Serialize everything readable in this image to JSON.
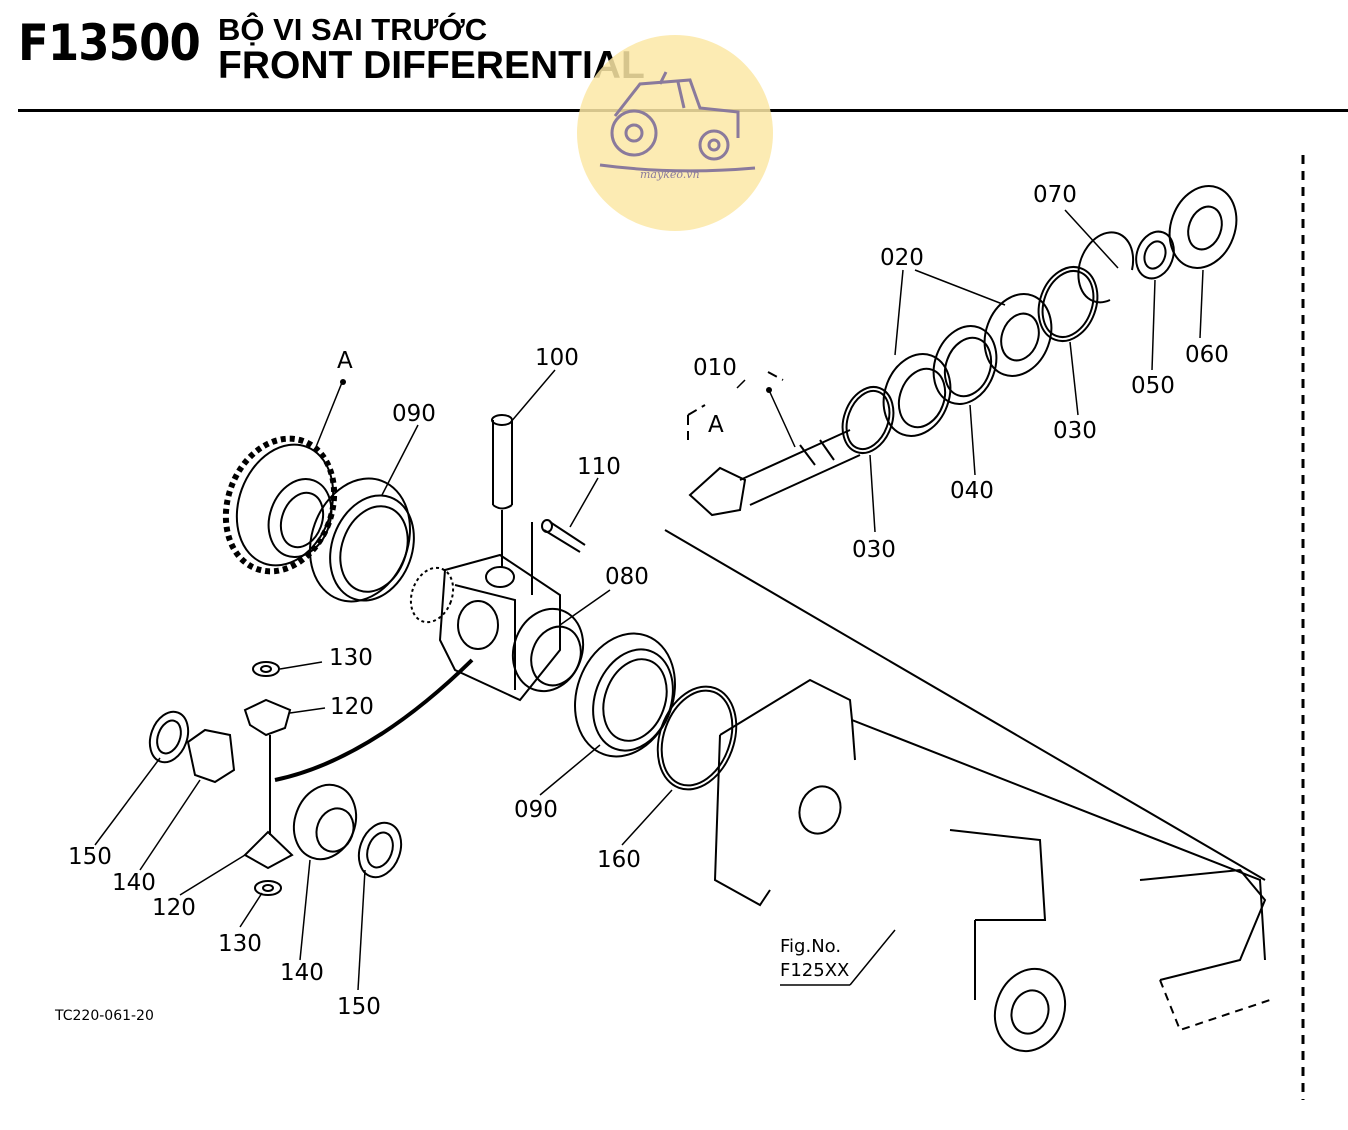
{
  "header": {
    "code": "F13500",
    "title_vn": "BỘ VI SAI TRƯỚC",
    "title_en": "FRONT DIFFERENTIAL"
  },
  "watermark": {
    "text": "maykeo.vn",
    "color": "#fbe7a6",
    "icon": "tractor-icon"
  },
  "part_labels": {
    "p010": "010",
    "p020": "020",
    "p030a": "030",
    "p030b": "030",
    "p040": "040",
    "p050": "050",
    "p060": "060",
    "p070": "070",
    "p080": "080",
    "p090a": "090",
    "p090b": "090",
    "p100": "100",
    "p110": "110",
    "p120a": "120",
    "p120b": "120",
    "p130a": "130",
    "p130b": "130",
    "p140a": "140",
    "p140b": "140",
    "p150a": "150",
    "p150b": "150",
    "p160": "160"
  },
  "refs": {
    "a_top": "A",
    "a_box": "A"
  },
  "fig_ref": {
    "line1": "Fig.No.",
    "line2": "F125XX"
  },
  "drawing_id": "TC220-061-20"
}
